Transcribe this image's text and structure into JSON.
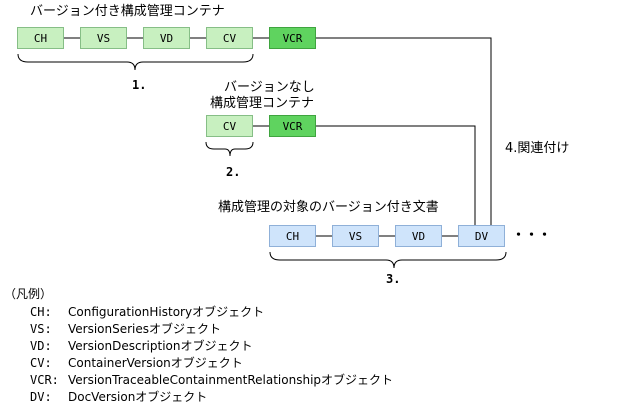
{
  "group1": {
    "title": "バージョン付き構成管理コンテナ",
    "boxes": [
      "CH",
      "VS",
      "VD",
      "CV"
    ],
    "vcr": "VCR",
    "number": "1."
  },
  "group2": {
    "title_line1": "バージョンなし",
    "title_line2": "構成管理コンテナ",
    "cv": "CV",
    "vcr": "VCR",
    "number": "2."
  },
  "group3": {
    "title": "構成管理の対象のバージョン付き文書",
    "boxes": [
      "CH",
      "VS",
      "VD",
      "DV"
    ],
    "ellipsis": "・・・",
    "number": "3."
  },
  "relation_label": "4.関連付け",
  "legend": {
    "title": "（凡例）",
    "items": [
      {
        "abbr": "CH:",
        "desc": "ConfigurationHistoryオブジェクト"
      },
      {
        "abbr": "VS:",
        "desc": "VersionSeriesオブジェクト"
      },
      {
        "abbr": "VD:",
        "desc": "VersionDescriptionオブジェクト"
      },
      {
        "abbr": "CV:",
        "desc": "ContainerVersionオブジェクト"
      },
      {
        "abbr": "VCR:",
        "desc": "VersionTraceableContainmentRelationshipオブジェクト"
      },
      {
        "abbr": "DV:",
        "desc": "DocVersionオブジェクト"
      }
    ]
  }
}
